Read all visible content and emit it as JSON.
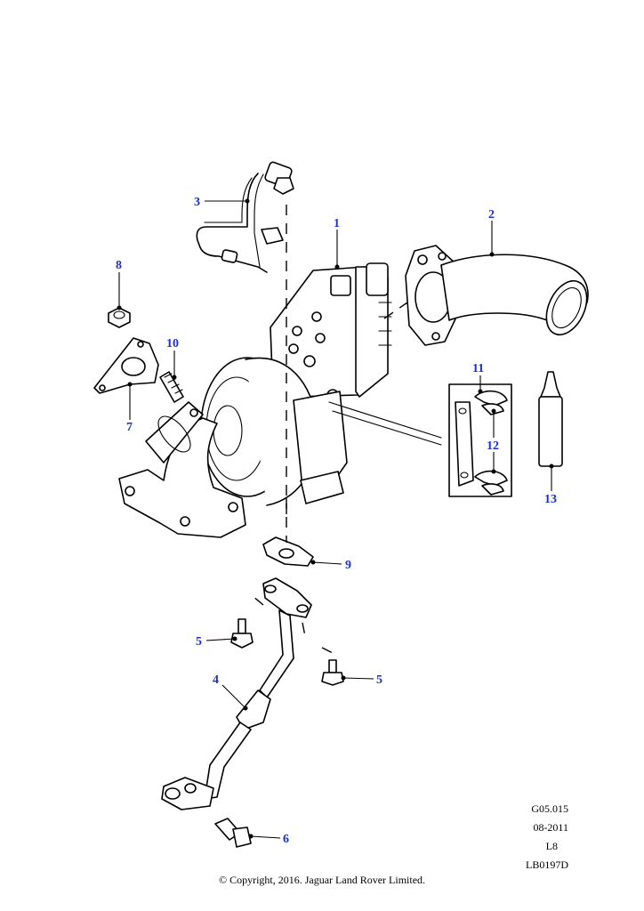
{
  "callouts": {
    "c1": "1",
    "c2": "2",
    "c3": "3",
    "c4": "4",
    "c5a": "5",
    "c5b": "5",
    "c6": "6",
    "c7": "7",
    "c8": "8",
    "c9": "9",
    "c10": "10",
    "c11": "11",
    "c12": "12",
    "c13": "13"
  },
  "reference": {
    "code": "G05.015",
    "date": "08-2011",
    "line3": "L8",
    "drawing_no": "LB0197D"
  },
  "copyright": "© Copyright, 2016. Jaguar Land Rover Limited.",
  "colors": {
    "callout": "#1c2fd0",
    "line": "#000000",
    "background": "#ffffff"
  }
}
